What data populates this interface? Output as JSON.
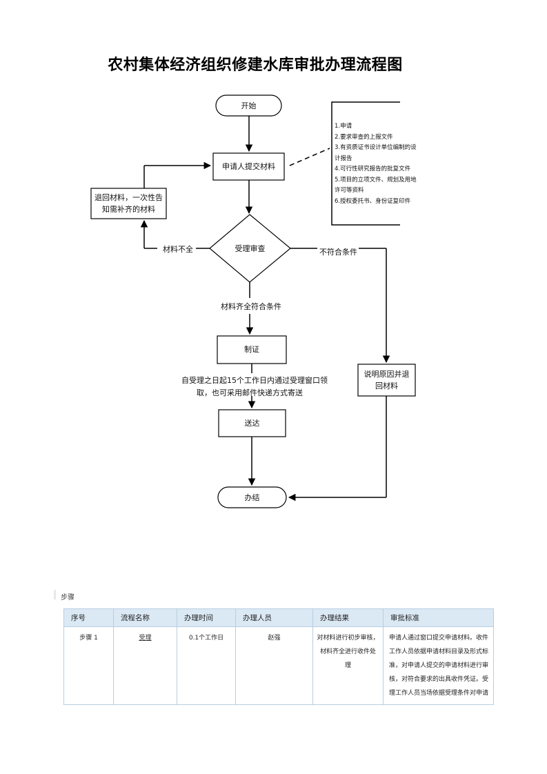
{
  "title": "农村集体经济组织修建水库审批办理流程图",
  "nodes": {
    "start": "开始",
    "submit": "申请人提交材料",
    "return_materials": [
      "退回材料，一次性告",
      "知需补齐的材料"
    ],
    "review": "受理审查",
    "certify": "制证",
    "explain_return": [
      "说明原因并退",
      "回材料"
    ],
    "deliver": "送达",
    "finish": "办结"
  },
  "edges": {
    "incomplete": "材料不全",
    "not_qualified": "不符合条件",
    "qualified": "材料齐全符合条件",
    "note": [
      "自受理之日起15个工作日内通过受理窗口领",
      "取，也可采用邮件快递方式寄送"
    ]
  },
  "documents": [
    "1.申请",
    "2.要求审查的上报文件",
    "3.有资质证书设计单位编制的设",
    "计报告",
    "4.可行性研究报告的批复文件",
    "5.项目的立项文件、规划及用地",
    "许可等资料",
    "6.授权委托书、身份证复印件"
  ],
  "steps_section": {
    "label": "步骤",
    "headers": [
      "序号",
      "流程名称",
      "办理时间",
      "办理人员",
      "办理结果",
      "审批标准"
    ],
    "rows": [
      {
        "seq": "步骤 1",
        "name": "受理",
        "time": "0.1个工作日",
        "person": "赵强",
        "result": [
          "对材料进行初步审核，",
          "材料齐全进行收件处",
          "理"
        ],
        "standard": [
          "申请人通过窗口提交申请材料。收件",
          "工作人员依据申请材料目录及形式标",
          "准，对申请人提交的申请材料进行审",
          "核，对符合要求的出具收件凭证。受",
          "理工作人员当场依据受理条件对申请"
        ]
      }
    ]
  }
}
